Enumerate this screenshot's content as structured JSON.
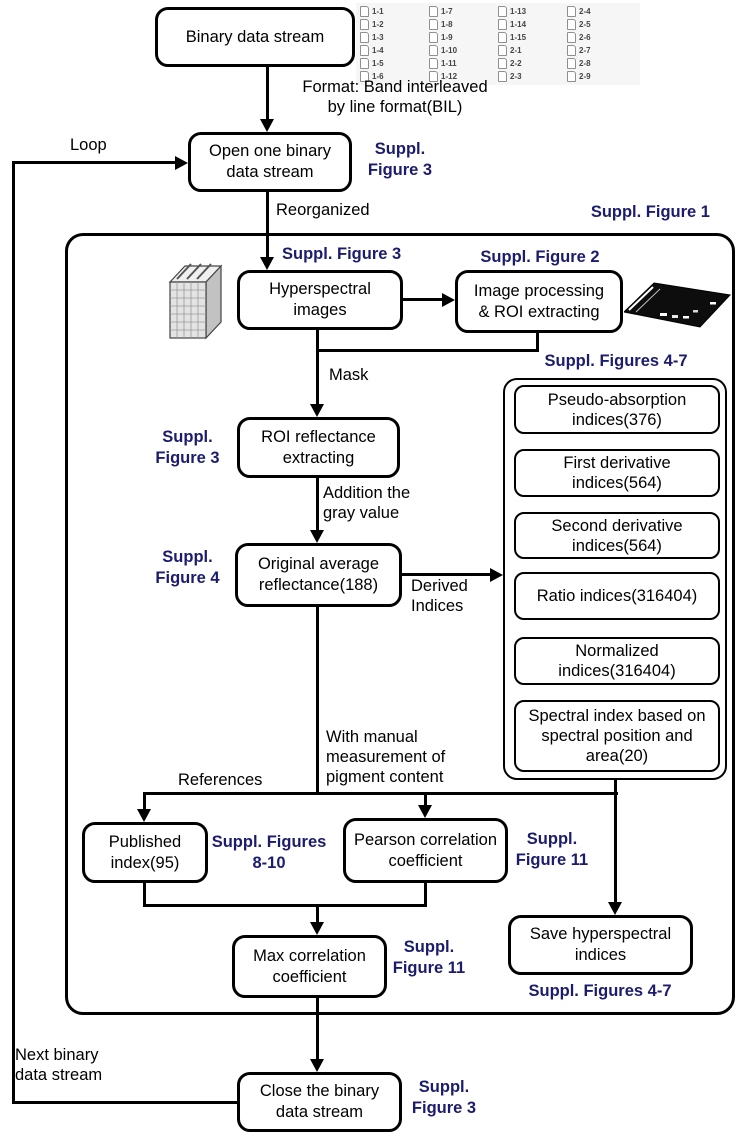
{
  "colors": {
    "navy_label": "#1c1c6e",
    "line": "#000000",
    "node_bg": "#ffffff"
  },
  "nodes": {
    "binary": {
      "label": "Binary data stream"
    },
    "open": {
      "label": "Open one binary\ndata stream"
    },
    "hyperspectral": {
      "label": "Hyperspectral\nimages"
    },
    "image_processing": {
      "label": "Image processing\n& ROI extracting"
    },
    "roi": {
      "label": "ROI reflectance\nextracting"
    },
    "original": {
      "label": "Original average\nreflectance(188)"
    },
    "published": {
      "label": "Published\nindex(95)"
    },
    "pearson": {
      "label": "Pearson correlation\ncoefficient"
    },
    "max": {
      "label": "Max correlation\ncoefficient"
    },
    "save": {
      "label": "Save hyperspectral\nindices"
    },
    "close": {
      "label": "Close the binary\ndata stream"
    }
  },
  "derived_indices": {
    "items": [
      "Pseudo-absorption\nindices(376)",
      "First derivative\nindices(564)",
      "Second derivative\nindices(564)",
      "Ratio indices(316404)",
      "Normalized\nindices(316404)",
      "Spectral index based on\nspectral position and\narea(20)"
    ]
  },
  "edge_labels": {
    "loop": "Loop",
    "format": "Format: Band interleaved\nby line format(BIL)",
    "reorganized": "Reorganized",
    "mask": "Mask",
    "addition": "Addition the\ngray value",
    "derived": "Derived\nIndices",
    "references": "References",
    "manual": "With manual\nmeasurement of\npigment content",
    "next": "Next binary\ndata stream"
  },
  "suppl_labels": {
    "figure1": "Suppl. Figure 1",
    "open": "Suppl.\nFigure 3",
    "hyperspectral": "Suppl. Figure 3",
    "image_processing": "Suppl. Figure 2",
    "indices_group": "Suppl. Figures 4-7",
    "roi": "Suppl.\nFigure 3",
    "original": "Suppl.\nFigure 4",
    "published": "Suppl. Figures\n8-10",
    "pearson": "Suppl.\nFigure 11",
    "max": "Suppl.\nFigure 11",
    "save": "Suppl. Figures 4-7",
    "close": "Suppl.\nFigure 3"
  },
  "file_grid": {
    "columns": [
      [
        "1-1",
        "1-2",
        "1-3",
        "1-4",
        "1-5",
        "1-6"
      ],
      [
        "1-7",
        "1-8",
        "1-9",
        "1-10",
        "1-11",
        "1-12"
      ],
      [
        "1-13",
        "1-14",
        "1-15",
        "2-1",
        "2-2",
        "2-3"
      ],
      [
        "2-4",
        "2-5",
        "2-6",
        "2-7",
        "2-8",
        "2-9"
      ]
    ]
  },
  "icons": {
    "cube": "hyperspectral-cube-icon",
    "dark_image": "roi-dark-image-icon",
    "file": "file-icon"
  }
}
